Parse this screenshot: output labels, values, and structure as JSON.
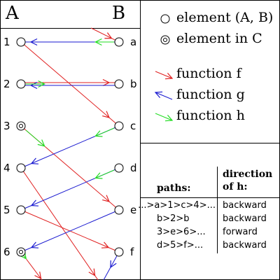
{
  "titles": {
    "a": "A",
    "b": "B"
  },
  "a_labels": [
    "1",
    "2",
    "3",
    "4",
    "5",
    "6"
  ],
  "b_labels": [
    "a",
    "b",
    "c",
    "d",
    "e",
    "f"
  ],
  "legend": {
    "element": "element (A, B)",
    "element_c": "element in C",
    "f": "function f",
    "g": "function g",
    "h": "function h"
  },
  "table": {
    "paths_header": "paths:",
    "direction_header_1": "direction",
    "direction_header_2": "of h:",
    "rows": [
      {
        "path": "...>a>1>c>4>...",
        "direction": "backward"
      },
      {
        "path": "b>2>b",
        "direction": "backward"
      },
      {
        "path": "3>e>6>...",
        "direction": "forward"
      },
      {
        "path": "d>5>f>...",
        "direction": "backward"
      }
    ]
  },
  "colors": {
    "f": "#e02020",
    "g": "#1a1ad0",
    "h": "#22dd22",
    "line": "#000000"
  }
}
